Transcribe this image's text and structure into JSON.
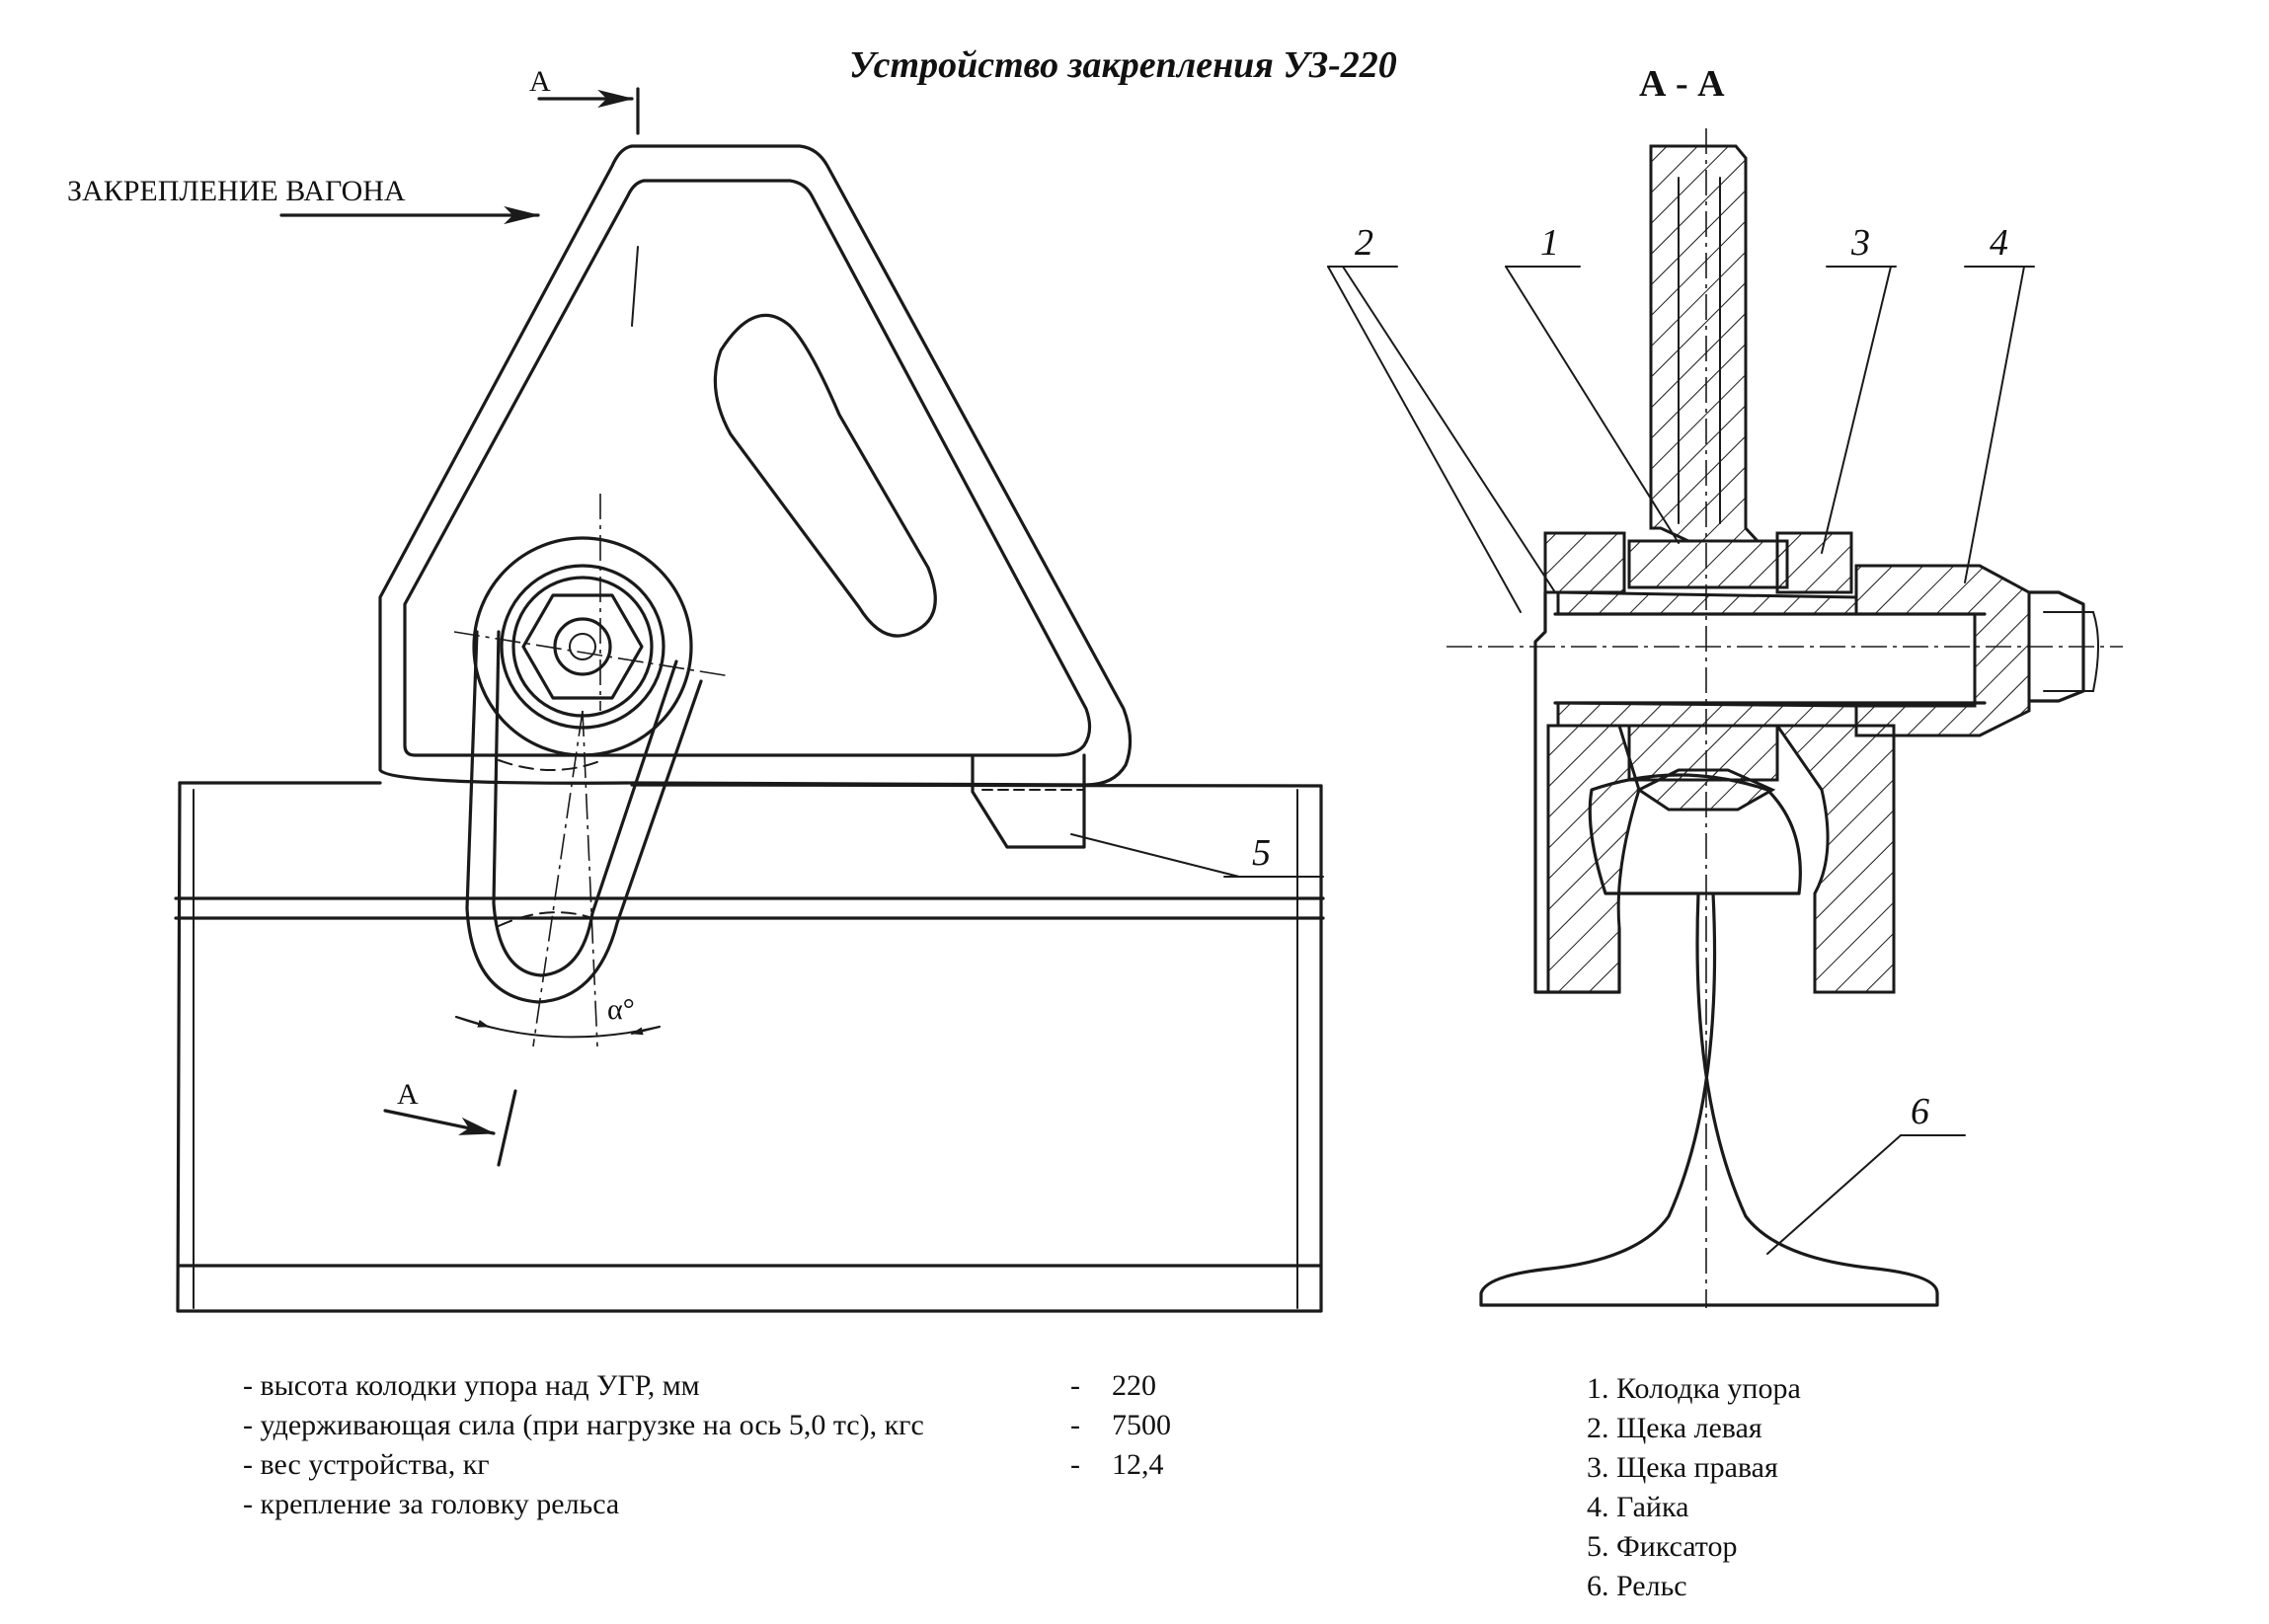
{
  "title": "Устройство закрепления УЗ-220",
  "section_label": "А - А",
  "section_marks": {
    "top": "А",
    "bottom": "А"
  },
  "direction_label": "ЗАКРЕПЛЕНИЕ ВАГОНА",
  "angle_label": "α°",
  "callouts": [
    "1",
    "2",
    "3",
    "4",
    "5",
    "6"
  ],
  "specs": [
    {
      "label": "- высота колодки упора над УГР, мм",
      "dash": "-",
      "value": "220"
    },
    {
      "label": "- удерживающая сила (при нагрузке на ось 5,0 тс), кгс",
      "dash": "-",
      "value": "7500"
    },
    {
      "label": "- вес устройства, кг",
      "dash": "-",
      "value": "12,4"
    },
    {
      "label": "- крепление за головку рельса",
      "dash": "",
      "value": ""
    }
  ],
  "legend": [
    "1. Колодка упора",
    "2. Щека левая",
    "3. Щека правая",
    "4. Гайка",
    "5. Фиксатор",
    "6. Рельс"
  ]
}
